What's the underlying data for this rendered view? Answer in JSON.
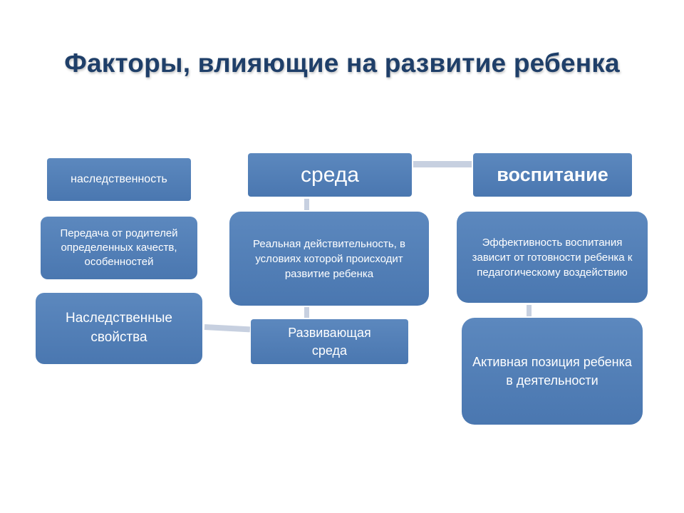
{
  "title": "Факторы, влияющие на  развитие ребенка",
  "boxes": {
    "heredity": "наследственность",
    "transfer": "Передача от родителей определенных качеств, особенностей",
    "hereditary_properties": "Наследственные свойства",
    "environment": "среда",
    "reality": "Реальная действительность, в условиях которой происходит развитие ребенка",
    "developing_environment": "Развивающая\nсреда",
    "upbringing": "воспитание",
    "effectiveness": "Эффективность воспитания зависит от готовности ребенка к педагогическому воздействию",
    "active_position": "Активная позиция ребенка в деятельности"
  },
  "colors": {
    "box_fill": "#4f7db5",
    "connector": "#c7d0e0",
    "title": "#1f3f69"
  }
}
